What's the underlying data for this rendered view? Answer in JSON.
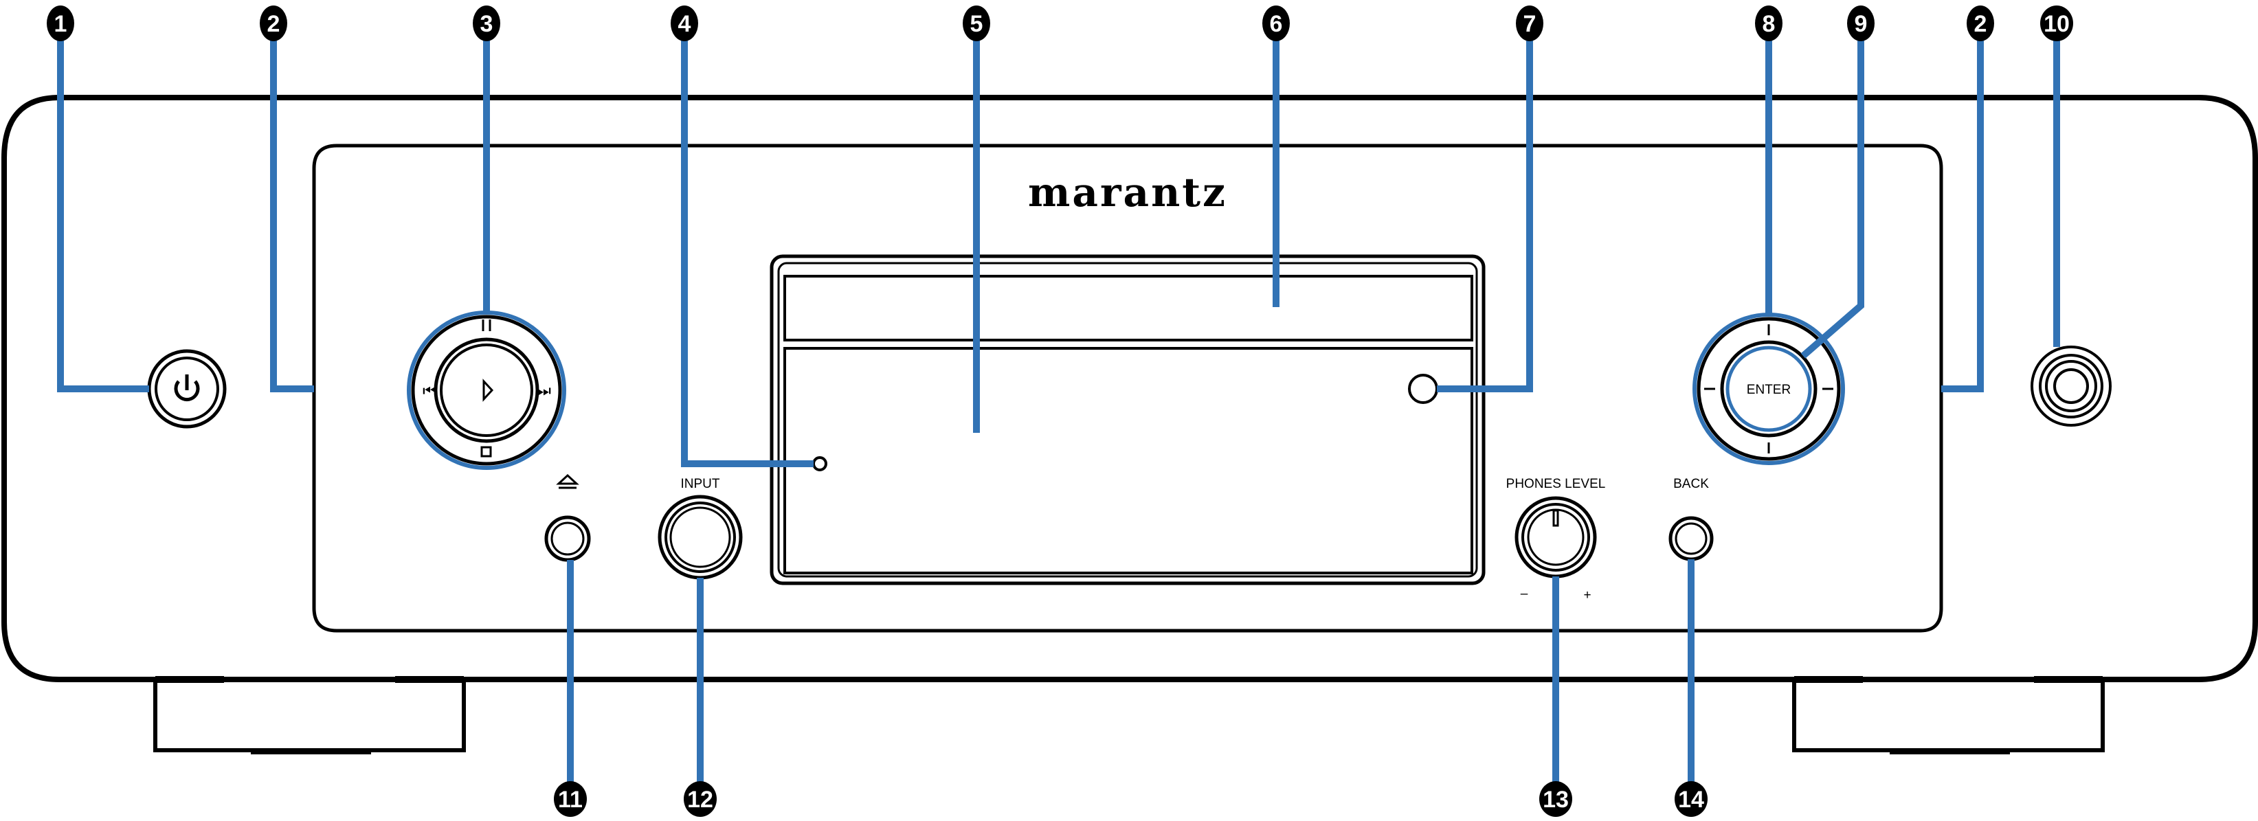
{
  "diagram": {
    "title": "Front panel",
    "brand_logo": "marantz",
    "accent_color": "#3273b5",
    "callouts_top": [
      "1",
      "2",
      "3",
      "4",
      "5",
      "6",
      "7",
      "8",
      "9",
      "2",
      "10"
    ],
    "callouts_bottom": [
      "11",
      "12",
      "13",
      "14"
    ],
    "labels": {
      "input": "INPUT",
      "phones_level": "PHONES LEVEL",
      "back": "BACK",
      "enter": "ENTER",
      "minus": "–",
      "plus": "+"
    }
  }
}
